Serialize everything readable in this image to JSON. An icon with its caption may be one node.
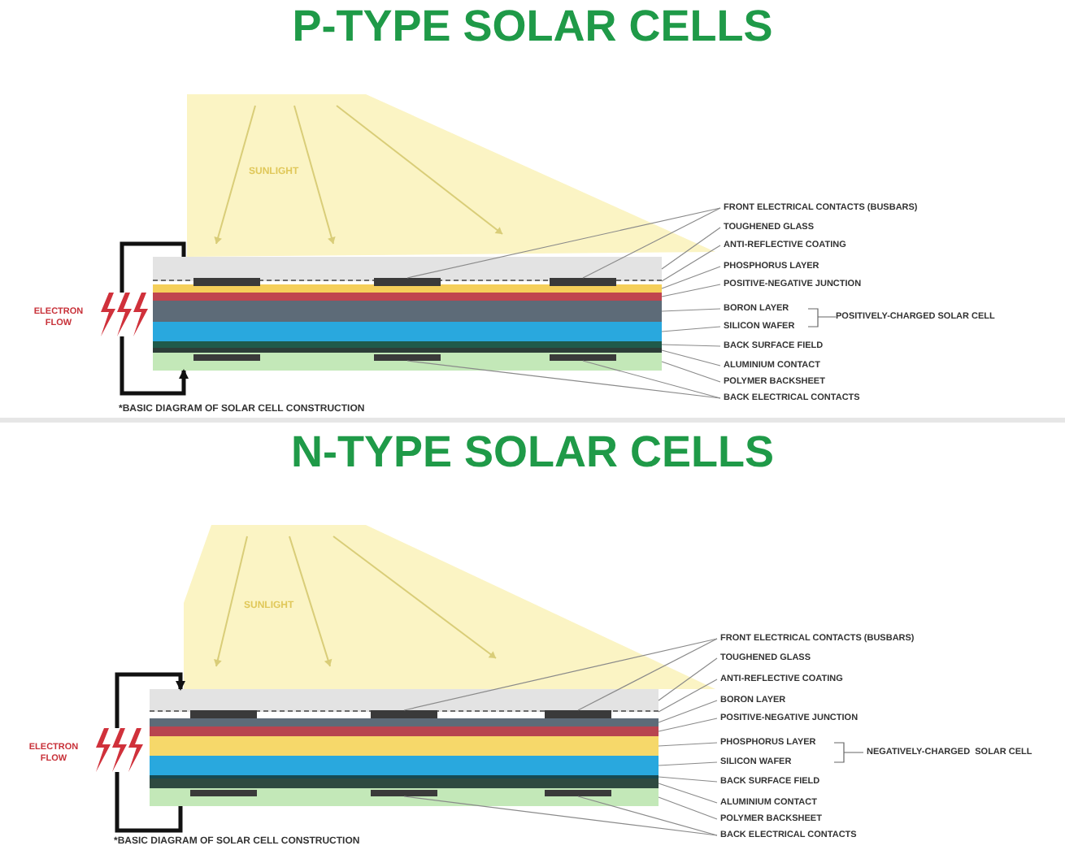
{
  "diagram": {
    "nodes": [
      {
        "text": [
          "SUNLIGHT"
        ]
      },
      {
        "text": [],
        "shape": "bar"
      },
      {
        "text": [],
        "shape": "line"
      },
      {
        "text": [],
        "shape": "bar"
      },
      {
        "text": [],
        "shape": "bar"
      },
      {
        "text": [],
        "shape": "bar"
      },
      {
        "text": [],
        "shape": "bar"
      },
      {
        "text": [],
        "shape": "bar"
      },
      {
        "text": [],
        "shape": "bar"
      },
      {
        "text": [],
        "shape": "bar"
      },
      {
        "text": [],
        "shape": "bar"
      },
      {
        "text": [],
        "shape": "bar"
      },
      {
        "text": [],
        "shape": "bar"
      },
      {
        "text": [],
        "shape": "bar",
        "in": 9
      },
      {
        "text": [],
        "shape": "bar",
        "in": 9
      },
      {
        "text": [],
        "shape": "bar",
        "in": 9
      },
      {
        "text": [
          "FRONT ELECTRICAL CONTACTS (BUSBARS)"
        ]
      },
      {
        "text": [
          "TOUGHENED GLASS"
        ]
      },
      {
        "text": [
          "ANTI-REFLECTIVE COATING"
        ]
      },
      {
        "text": [
          "PHOSPHORUS LAYER"
        ]
      },
      {
        "text": [
          "POSITIVE-NEGATIVE JUNCTION"
        ]
      },
      {
        "text": [
          "BORON LAYER"
        ]
      },
      {
        "text": [
          "SILICON WAFER"
        ]
      },
      {
        "text": [
          "BACK SURFACE FIELD"
        ]
      },
      {
        "text": [
          "ALUMINIUM CONTACT"
        ]
      },
      {
        "text": [
          "POLYMER BACKSHEET"
        ]
      },
      {
        "text": [
          "BACK ELECTRICAL CONTACTS"
        ]
      },
      {
        "text": [
          "SUNLIGHT"
        ]
      },
      {
        "text": [],
        "shape": "bar"
      },
      {
        "text": [],
        "shape": "line"
      },
      {
        "text": [],
        "shape": "bar"
      },
      {
        "text": [],
        "shape": "bar"
      },
      {
        "text": [],
        "shape": "bar"
      },
      {
        "text": [],
        "shape": "bar"
      },
      {
        "text": [],
        "shape": "bar"
      },
      {
        "text": [],
        "shape": "bar"
      },
      {
        "text": [],
        "shape": "bar"
      },
      {
        "text": [],
        "shape": "bar"
      },
      {
        "text": [],
        "shape": "bar"
      },
      {
        "text": [],
        "shape": "bar"
      },
      {
        "text": [],
        "shape": "bar",
        "in": 36
      },
      {
        "text": [],
        "shape": "bar",
        "in": 36
      },
      {
        "text": [],
        "shape": "bar",
        "in": 36
      },
      {
        "text": [
          "FRONT ELECTRICAL CONTACTS (BUSBARS)"
        ]
      },
      {
        "text": [
          "TOUGHENED GLASS"
        ]
      },
      {
        "text": [
          "ANTI-REFLECTIVE COATING"
        ]
      },
      {
        "text": [
          "BORON LAYER"
        ]
      },
      {
        "text": [
          "POSITIVE-NEGATIVE JUNCTION"
        ]
      },
      {
        "text": [
          "PHOSPHORUS LAYER"
        ]
      },
      {
        "text": [
          "SILICON WAFER"
        ]
      },
      {
        "text": [
          "BACK SURFACE FIELD"
        ]
      },
      {
        "text": [
          "ALUMINIUM CONTACT"
        ]
      },
      {
        "text": [
          "POLYMER BACKSHEET"
        ]
      },
      {
        "text": [
          "BACK ELECTRICAL CONTACTS"
        ]
      },
      {
        "text": [],
        "shape": "lightning"
      },
      {
        "text": [],
        "shape": "lightning"
      }
    ],
    "edges": [
      {
        "from": 16,
        "to": 11,
        "arrow": "none"
      },
      {
        "from": 16,
        "to": 12,
        "arrow": "none"
      },
      {
        "from": 17,
        "to": 1,
        "arrow": "none"
      },
      {
        "from": 18,
        "to": 2,
        "arrow": "none"
      },
      {
        "from": 19,
        "to": 3,
        "arrow": "none"
      },
      {
        "from": 20,
        "to": 4,
        "arrow": "none"
      },
      {
        "from": 21,
        "to": 5,
        "arrow": "none"
      },
      {
        "from": 22,
        "to": 6,
        "arrow": "none"
      },
      {
        "from": 23,
        "to": 7,
        "arrow": "none"
      },
      {
        "from": 24,
        "to": 8,
        "arrow": "none"
      },
      {
        "from": 25,
        "to": 9,
        "arrow": "none"
      },
      {
        "from": 26,
        "to": 14,
        "arrow": "none"
      },
      {
        "from": 26,
        "to": 15,
        "arrow": "none"
      },
      {
        "from": 1,
        "to": 54,
        "arrow": "none",
        "style": "thick",
        "color": "#111111"
      },
      {
        "from": 54,
        "to": 9,
        "arrow": "to",
        "style": "thick",
        "color": "#111111"
      },
      {
        "from": 43,
        "to": 38,
        "arrow": "none"
      },
      {
        "from": 43,
        "to": 39,
        "arrow": "none"
      },
      {
        "from": 44,
        "to": 28,
        "arrow": "none"
      },
      {
        "from": 45,
        "to": 29,
        "arrow": "none"
      },
      {
        "from": 46,
        "to": 30,
        "arrow": "none"
      },
      {
        "from": 47,
        "to": 31,
        "arrow": "none"
      },
      {
        "from": 48,
        "to": 32,
        "arrow": "none"
      },
      {
        "from": 49,
        "to": 33,
        "arrow": "none"
      },
      {
        "from": 50,
        "to": 34,
        "arrow": "none"
      },
      {
        "from": 51,
        "to": 35,
        "arrow": "none"
      },
      {
        "from": 52,
        "to": 36,
        "arrow": "none"
      },
      {
        "from": 53,
        "to": 41,
        "arrow": "none"
      },
      {
        "from": 53,
        "to": 42,
        "arrow": "none"
      },
      {
        "from": 55,
        "to": 28,
        "arrow": "to",
        "style": "thick",
        "color": "#111111"
      },
      {
        "from": 36,
        "to": 55,
        "arrow": "none",
        "style": "thick",
        "color": "#111111"
      }
    ],
    "labels": [
      "P-TYPE SOLAR CELLS",
      "ELECTRON FLOW",
      "POSITIVELY-CHARGED SOLAR CELL",
      "*BASIC DIAGRAM OF SOLAR CELL CONSTRUCTION",
      "N-TYPE SOLAR CELLS",
      "ELECTRON FLOW",
      "NEGATIVELY-CHARGED  SOLAR CELL",
      "*BASIC DIAGRAM OF SOLAR CELL CONSTRUCTION"
    ]
  }
}
